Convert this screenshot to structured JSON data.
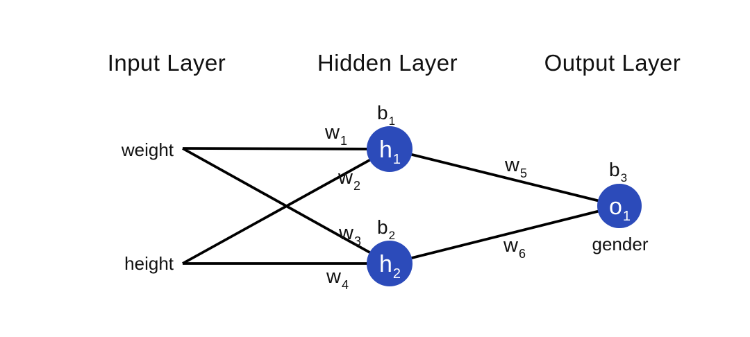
{
  "diagram": {
    "type": "neural-network",
    "titles": {
      "input": "Input Layer",
      "hidden": "Hidden Layer",
      "output": "Output Layer"
    },
    "inputs": [
      {
        "label": "weight"
      },
      {
        "label": "height"
      }
    ],
    "nodes": [
      {
        "base": "h",
        "sub": "1"
      },
      {
        "base": "h",
        "sub": "2"
      },
      {
        "base": "o",
        "sub": "1"
      }
    ],
    "biases": [
      {
        "base": "b",
        "sub": "1"
      },
      {
        "base": "b",
        "sub": "2"
      },
      {
        "base": "b",
        "sub": "3"
      }
    ],
    "weights": [
      {
        "base": "w",
        "sub": "1"
      },
      {
        "base": "w",
        "sub": "2"
      },
      {
        "base": "w",
        "sub": "3"
      },
      {
        "base": "w",
        "sub": "4"
      },
      {
        "base": "w",
        "sub": "5"
      },
      {
        "base": "w",
        "sub": "6"
      }
    ],
    "output_label": "gender",
    "colors": {
      "node_fill": "#2C4BBA",
      "bias_green": "#35A23A",
      "edge_black": "#000000"
    }
  }
}
